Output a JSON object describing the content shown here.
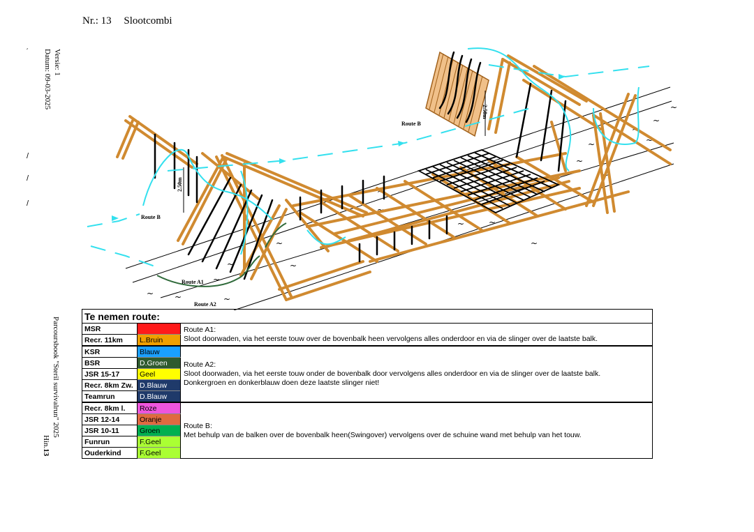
{
  "header": {
    "number": "Nr.: 13",
    "title": "Slootcombi"
  },
  "side": {
    "version": "Versie: 1",
    "date": "Datum: 09-03-2025",
    "book": "Parcoursbook \"Steril survivalrun\" 2025",
    "page_prefix": "Hin.",
    "page_number": "13"
  },
  "diagram": {
    "labels": {
      "route_b_top": "Route B",
      "route_b_left": "Route B",
      "route_a1": "Route A1",
      "route_a2": "Route A2",
      "height_left": "2.50m",
      "height_right": "2.50m"
    },
    "colors": {
      "wood": "#d08a30",
      "route_b": "#33e0ee",
      "route_a2": "#2f6a3a",
      "rope": "#000000"
    }
  },
  "routes_table": {
    "title": "Te nemen route:",
    "groups": [
      {
        "rows": [
          {
            "category": "MSR",
            "color_name": "Rood",
            "color": "#ff1a1a",
            "text_color": "#ff1a1a"
          },
          {
            "category": "Recr. 11km",
            "color_name": "L.Bruin",
            "color": "#f0a000",
            "text_color": "#000000"
          }
        ],
        "route": "Route A1:",
        "description": "Sloot doorwaden, via het eerste touw over de bovenbalk heen vervolgens alles onderdoor en via de slinger over de laatste balk."
      },
      {
        "rows": [
          {
            "category": "KSR",
            "color_name": "Blauw",
            "color": "#1aa0ff",
            "text_color": "#000000"
          },
          {
            "category": "BSR",
            "color_name": "D.Groen",
            "color": "#2e5a2e",
            "text_color": "#ffffff"
          },
          {
            "category": "JSR 15-17",
            "color_name": "Geel",
            "color": "#ffff00",
            "text_color": "#000000"
          },
          {
            "category": "Recr. 8km Zw.",
            "color_name": "D.Blauw",
            "color": "#1f3a6a",
            "text_color": "#ffffff"
          },
          {
            "category": "Teamrun",
            "color_name": "D.Blauw",
            "color": "#1f3a6a",
            "text_color": "#ffffff"
          }
        ],
        "route": "Route A2:",
        "description": "Sloot doorwaden, via het eerste touw onder de bovenbalk door vervolgens alles onderdoor en via de slinger over de laatste balk.",
        "note": "Donkergroen en donkerblauw doen deze laatste slinger niet!"
      },
      {
        "rows": [
          {
            "category": "Recr. 8km l.",
            "color_name": "Roze",
            "color": "#ee55dd",
            "text_color": "#000000"
          },
          {
            "category": "JSR 12-14",
            "color_name": "Oranje",
            "color": "#e06a40",
            "text_color": "#000000"
          },
          {
            "category": "JSR 10-11",
            "color_name": "Groen",
            "color": "#00b050",
            "text_color": "#000000"
          },
          {
            "category": "Funrun",
            "color_name": "F.Geel",
            "color": "#aaff33",
            "text_color": "#000000"
          },
          {
            "category": "Ouderkind",
            "color_name": "F.Geel",
            "color": "#aaff33",
            "text_color": "#000000"
          }
        ],
        "route": "Route B:",
        "description": "Met behulp van de balken over de bovenbalk heen(Swingover) vervolgens over de schuine wand met behulp van het touw."
      }
    ]
  }
}
